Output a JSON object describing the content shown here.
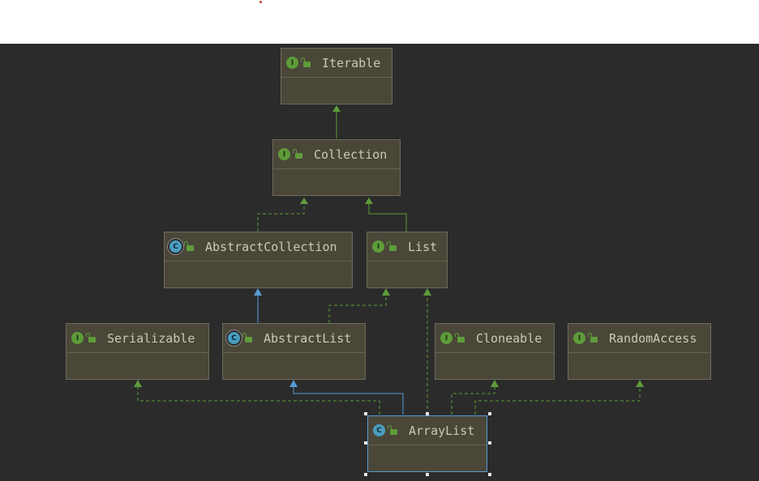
{
  "diagram": {
    "nodes": {
      "iterable": {
        "name": "Iterable",
        "kind": "interface",
        "badge": "I"
      },
      "collection": {
        "name": "Collection",
        "kind": "interface",
        "badge": "I"
      },
      "abstract_collection": {
        "name": "AbstractCollection",
        "kind": "abstract-class",
        "badge": "C"
      },
      "list": {
        "name": "List",
        "kind": "interface",
        "badge": "I"
      },
      "serializable": {
        "name": "Serializable",
        "kind": "interface",
        "badge": "I"
      },
      "abstract_list": {
        "name": "AbstractList",
        "kind": "abstract-class",
        "badge": "C"
      },
      "cloneable": {
        "name": "Cloneable",
        "kind": "interface",
        "badge": "I"
      },
      "random_access": {
        "name": "RandomAccess",
        "kind": "interface",
        "badge": "I"
      },
      "array_list": {
        "name": "ArrayList",
        "kind": "class",
        "badge": "C",
        "selected": true
      }
    },
    "relations": [
      {
        "from": "Collection",
        "to": "Iterable",
        "type": "extends"
      },
      {
        "from": "AbstractCollection",
        "to": "Collection",
        "type": "implements"
      },
      {
        "from": "List",
        "to": "Collection",
        "type": "extends"
      },
      {
        "from": "AbstractList",
        "to": "AbstractCollection",
        "type": "extends"
      },
      {
        "from": "AbstractList",
        "to": "List",
        "type": "implements"
      },
      {
        "from": "ArrayList",
        "to": "AbstractList",
        "type": "extends"
      },
      {
        "from": "ArrayList",
        "to": "Serializable",
        "type": "implements"
      },
      {
        "from": "ArrayList",
        "to": "List",
        "type": "implements"
      },
      {
        "from": "ArrayList",
        "to": "Cloneable",
        "type": "implements"
      },
      {
        "from": "ArrayList",
        "to": "RandomAccess",
        "type": "implements"
      }
    ],
    "colors": {
      "canvas_bg": "#2b2b2b",
      "node_bg": "#4a4739",
      "interface_edge": "#5e9c3a",
      "class_edge": "#5a9bd5",
      "selection": "#5a9bd5"
    }
  }
}
